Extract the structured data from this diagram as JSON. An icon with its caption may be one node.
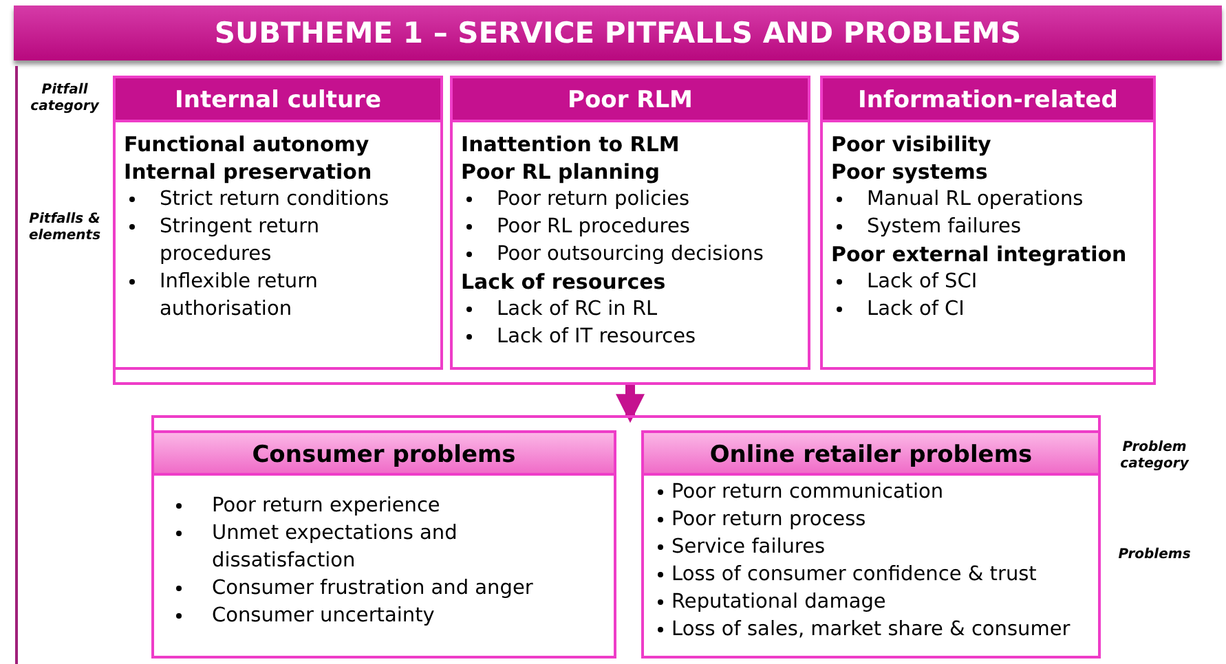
{
  "diagram": {
    "title": "SUBTHEME 1 – SERVICE PITFALLS AND PROBLEMS",
    "nodes": [
      {
        "text": [
          "Internal culture",
          "Functional autonomy",
          "Internal preservation",
          "Strict return conditions",
          "Stringent return procedures",
          "Inflexible return authorisation"
        ]
      },
      {
        "text": [
          "Poor RLM",
          "Inattention to RLM",
          "Poor RL planning",
          "Poor return policies",
          "Poor RL procedures",
          "Poor outsourcing decisions",
          "Lack of resources",
          "Lack of RC in RL",
          "Lack of IT resources"
        ]
      },
      {
        "text": [
          "Information-related",
          "Poor visibility",
          "Poor systems",
          "Manual RL operations",
          "System failures",
          "Poor external integration",
          "Lack of SCI",
          "Lack of CI"
        ]
      },
      {
        "text": [],
        "shape": "bracket"
      },
      {
        "text": [],
        "shape": "bracket"
      },
      {
        "text": [
          "Consumer problems",
          "Poor return experience",
          "Unmet expectations and dissatisfaction",
          "Consumer frustration and anger",
          "Consumer uncertainty"
        ]
      },
      {
        "text": [
          "Online retailer problems",
          "Poor return communication",
          "Poor return process",
          "Service failures",
          "Loss of consumer confidence & trust",
          "Reputational damage",
          "Loss of sales, market share & consumer"
        ]
      }
    ],
    "edges": [
      {
        "from": 3,
        "to": 4,
        "arrow": "to"
      }
    ],
    "labels": [
      "Pitfall category",
      "Pitfalls & elements",
      "Problem category",
      "Problems"
    ]
  }
}
